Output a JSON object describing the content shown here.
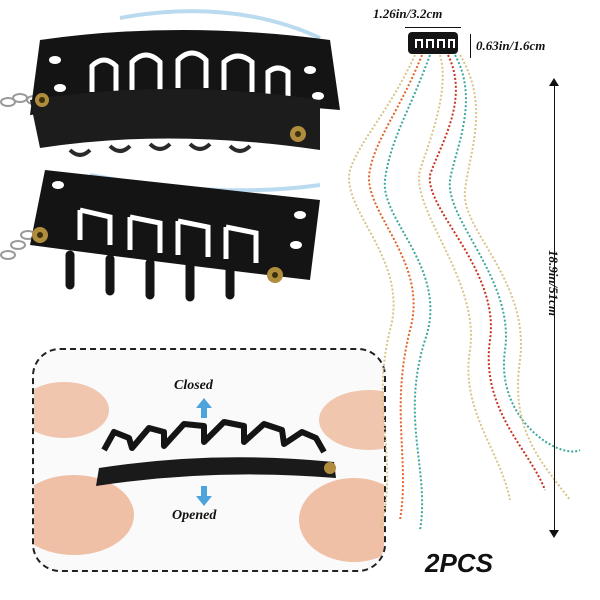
{
  "dimensions": {
    "width": "1.26in/3.2cm",
    "height": "0.63in/1.6cm",
    "length": "18.9in/51cm"
  },
  "inset": {
    "closed_label": "Closed",
    "opened_label": "Opened"
  },
  "quantity_label": "2PCS",
  "colors": {
    "clip": "#141414",
    "grommet": "#b08d3c",
    "chain_orange": "#e0662a",
    "chain_red": "#c9331f",
    "chain_teal": "#3fa79b",
    "chain_gold": "#d8c48a",
    "arrow_blue": "#4ea3dd",
    "skin": "#f1c6ae"
  }
}
